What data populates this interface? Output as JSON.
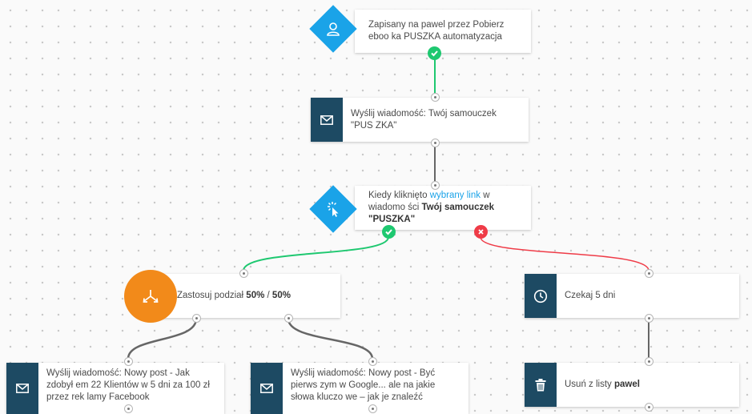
{
  "nodes": {
    "trigger": {
      "text": "Zapisany na pawel przez Pobierz eboo ka PUSZKA automatyzacja",
      "icon": "user-icon"
    },
    "send1": {
      "text": "Wyślij wiadomość: Twój samouczek \"PUS ZKA\"",
      "icon": "envelope-icon"
    },
    "condition": {
      "text_before": "Kiedy kliknięto ",
      "link": "wybrany link",
      "text_middle": " w wiadomo ści ",
      "bold": "Twój samouczek \"PUSZKA\"",
      "icon": "click-cursor-icon"
    },
    "split": {
      "text_before": "Zastosuj podział ",
      "value_a": "50%",
      "separator": " / ",
      "value_b": "50%",
      "icon": "split-arrows-icon"
    },
    "wait": {
      "text": "Czekaj 5 dni",
      "icon": "clock-icon"
    },
    "send2": {
      "text": "Wyślij wiadomość: Nowy post - Jak zdobył em 22 Klientów w 5 dni za 100 zł przez rek lamy Facebook",
      "icon": "envelope-icon"
    },
    "send3": {
      "text": "Wyślij wiadomość: Nowy post - Być pierws zym w Google... ale na jakie słowa kluczo we – jak je znaleźć",
      "icon": "envelope-icon"
    },
    "remove": {
      "text_before": "Usuń z listy ",
      "bold": "pawel",
      "icon": "trash-icon"
    }
  },
  "badges": {
    "yes": "check-icon",
    "no": "x-icon"
  },
  "colors": {
    "dark_icon_bg": "#1d4a63",
    "diamond": "#1aa3e8",
    "split": "#f28a1a",
    "yes": "#1ec870",
    "no": "#ef3b47",
    "connector": "#666666"
  }
}
